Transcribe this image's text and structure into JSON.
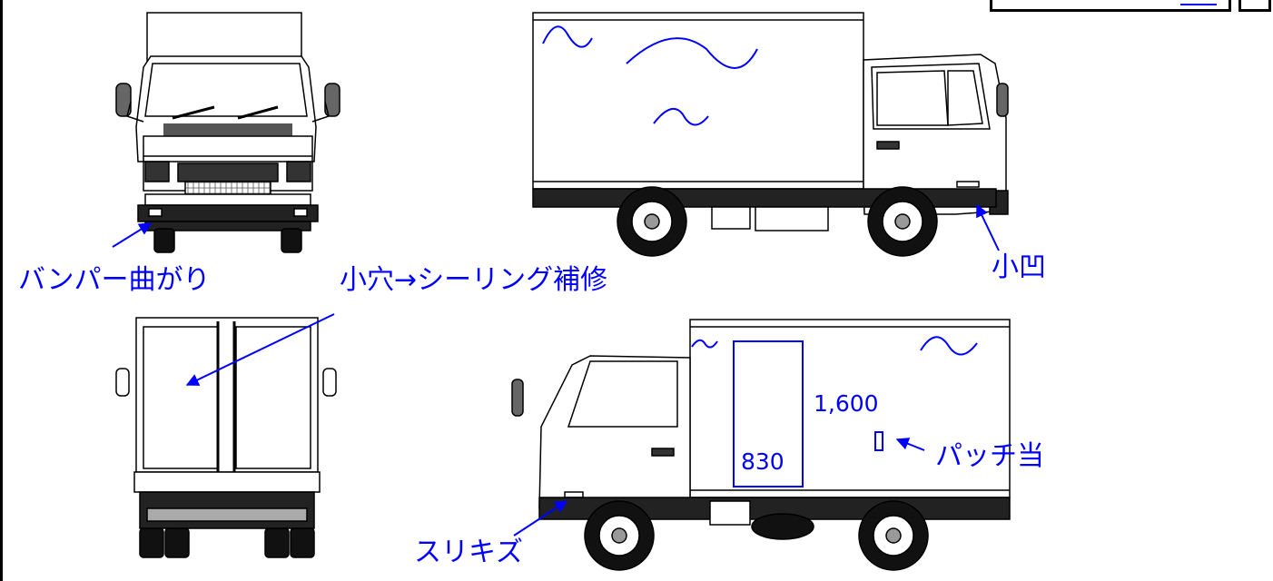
{
  "annotations": {
    "bumper": "バンパー曲がり",
    "hole": "小穴→シーリング補修",
    "dent": "小凹",
    "patch": "パッチ当",
    "scratch": "スリキズ",
    "height": "1,600",
    "width": "830"
  },
  "colors": {
    "annotation": "#0000ff",
    "outline": "#000000"
  }
}
